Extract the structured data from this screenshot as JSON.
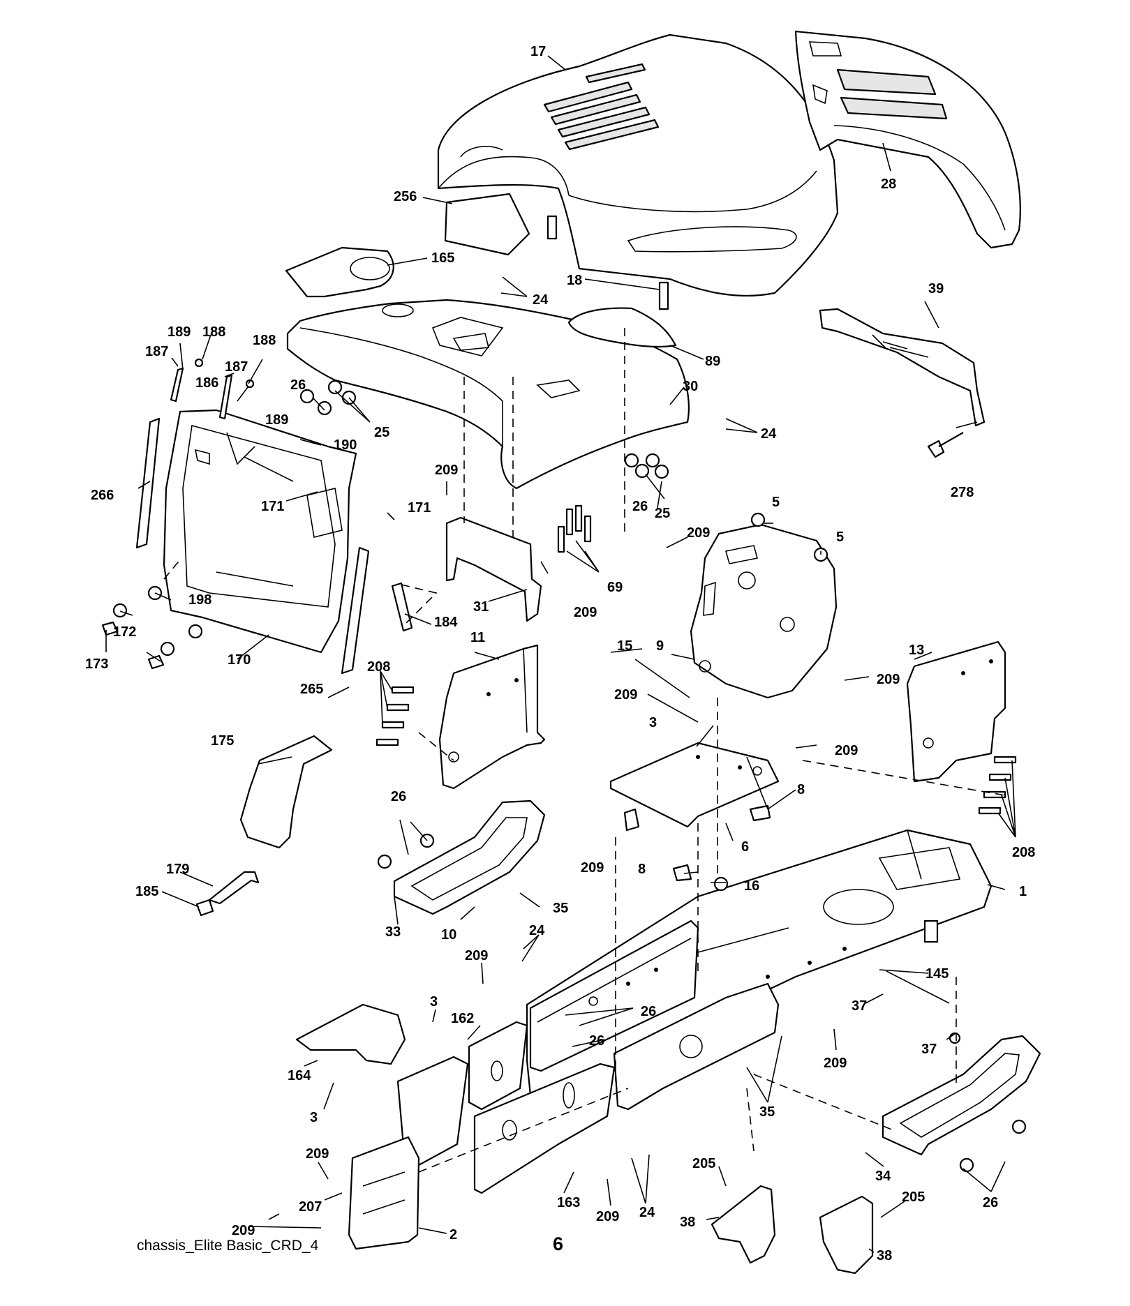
{
  "labels": {
    "hood": "17",
    "grille": "28",
    "filler_cap_cover": "256",
    "seat_plate": "165",
    "bumper_strip": "18",
    "hood_bolts_top": "24",
    "harness_bracket": "39",
    "fender_trim": "89",
    "fender": "30",
    "fender_bolts_right": "24",
    "nut_left_fender": "26",
    "washer_left_fender": "25",
    "nut_right_fender": "26",
    "washer_right_fender": "25",
    "screw_278": "278",
    "link_189": "189",
    "clip_188_a": "188",
    "clip_188_b": "188",
    "pin_187_a": "187",
    "pin_187_b": "187",
    "link_186": "186",
    "spring_189": "189",
    "screw_190": "190",
    "strip_266": "266",
    "bolt_171_a": "171",
    "bolt_171_b": "171",
    "bolt_209_a": "209",
    "bracket_31": "31",
    "bolt_209_b": "209",
    "bolts_69": "69",
    "nut_5_a": "5",
    "nut_5_b": "5",
    "bolt_209_c": "209",
    "dash_panel": "9",
    "washer_198": "198",
    "washer_172": "172",
    "nut_173": "173",
    "grille_frame": "170",
    "brace_184": "184",
    "strip_265": "265",
    "side_plate_11": "11",
    "bolt_15": "15",
    "bolt_209_d": "209",
    "side_plate_13": "13",
    "bolts_208_left": "208",
    "bolt_209_e": "209",
    "bolt_3_center": "3",
    "bolt_209_f": "209",
    "clip_8_right": "8",
    "shield_175": "175",
    "nut_26_footrest": "26",
    "plate_6": "6",
    "bolts_208_right": "208",
    "bolt_209_g": "209",
    "clip_8_left": "8",
    "nut_16": "16",
    "frame": "1",
    "rod_179": "179",
    "grip_185": "185",
    "bolt_35_footrest": "35",
    "footrest_left": "33",
    "bolt_10": "10",
    "bolts_24_lower": "24",
    "bolt_209_h": "209",
    "rod_145": "145",
    "bolt_37_a": "37",
    "bolt_37_b": "37",
    "bolt_3_lower": "3",
    "plate_162": "162",
    "nut_26_frame_a": "26",
    "nut_26_frame_b": "26",
    "bolt_209_i": "209",
    "cover_164": "164",
    "bolt_3_left": "3",
    "bolts_35_lower": "35",
    "footrest_right": "34",
    "bolt_209_j": "209",
    "bolt_205_a": "205",
    "bolt_205_b": "205",
    "bolt_207": "207",
    "plate_163": "163",
    "bolt_209_k": "209",
    "bolts_24_bottom": "24",
    "nuts_26_bottom": "26",
    "bolt_209_l": "209",
    "front_bracket": "2",
    "bracket_38_a": "38",
    "bracket_38_b": "38"
  },
  "footer": {
    "caption": "chassis_Elite Basic_CRD_4",
    "page_number": "6"
  }
}
